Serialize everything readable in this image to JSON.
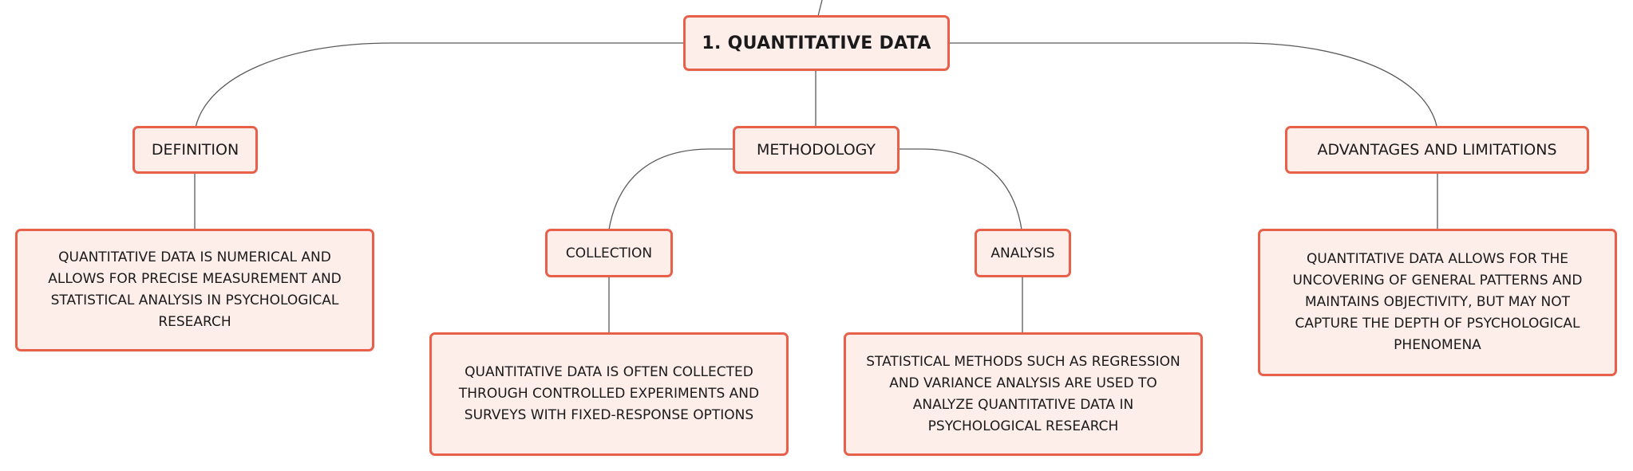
{
  "root": {
    "label": "1. QUANTITATIVE DATA"
  },
  "definition": {
    "label": "DEFINITION",
    "detail": "QUANTITATIVE DATA IS NUMERICAL AND ALLOWS FOR PRECISE MEASUREMENT AND STATISTICAL ANALYSIS IN PSYCHOLOGICAL RESEARCH"
  },
  "methodology": {
    "label": "METHODOLOGY",
    "collection": {
      "label": "COLLECTION",
      "detail": "QUANTITATIVE DATA IS OFTEN COLLECTED THROUGH CONTROLLED EXPERIMENTS AND SURVEYS WITH FIXED-RESPONSE OPTIONS"
    },
    "analysis": {
      "label": "ANALYSIS",
      "detail": "STATISTICAL METHODS SUCH AS REGRESSION AND VARIANCE ANALYSIS ARE USED TO ANALYZE QUANTITATIVE DATA IN PSYCHOLOGICAL RESEARCH"
    }
  },
  "advantages": {
    "label": "ADVANTAGES AND LIMITATIONS",
    "detail": "QUANTITATIVE DATA ALLOWS FOR THE UNCOVERING OF GENERAL PATTERNS AND MAINTAINS OBJECTIVITY, BUT MAY NOT CAPTURE THE DEPTH OF PSYCHOLOGICAL PHENOMENA"
  },
  "colors": {
    "node_fill": "#fdeeea",
    "node_border": "#e8604a",
    "connector": "#5a5a5a",
    "text": "#1a1a1a"
  }
}
